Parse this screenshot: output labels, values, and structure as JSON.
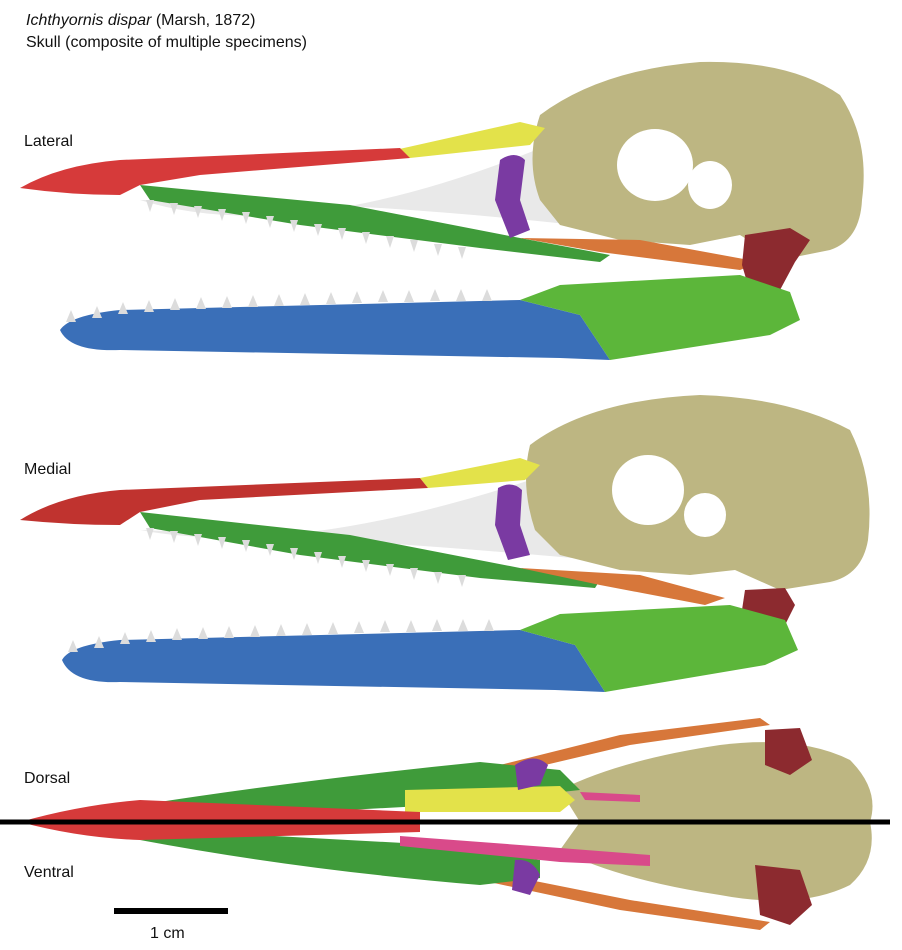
{
  "title": {
    "species": "Ichthyornis dispar",
    "authority": " (Marsh, 1872)",
    "subtitle": "Skull (composite of multiple specimens)"
  },
  "views": {
    "lateral": "Lateral",
    "medial": "Medial",
    "dorsal": "Dorsal",
    "ventral": "Ventral"
  },
  "scale": {
    "label": "1 cm"
  },
  "colors": {
    "premaxilla": "#d63a3a",
    "maxilla_green": "#3f9b3a",
    "mandible_blue": "#3a6fb8",
    "mandible_green": "#5cb63a",
    "nasal_yellow": "#e3e24a",
    "cranium_khaki": "#bdb682",
    "quadrate": "#8c2a2f",
    "palatine_purple": "#7a3aa2",
    "jugal_orange": "#d7773a",
    "pterygoid_pink": "#d94a8a",
    "tooth": "#dcdcdc",
    "shadow": "#e9e9e9"
  }
}
